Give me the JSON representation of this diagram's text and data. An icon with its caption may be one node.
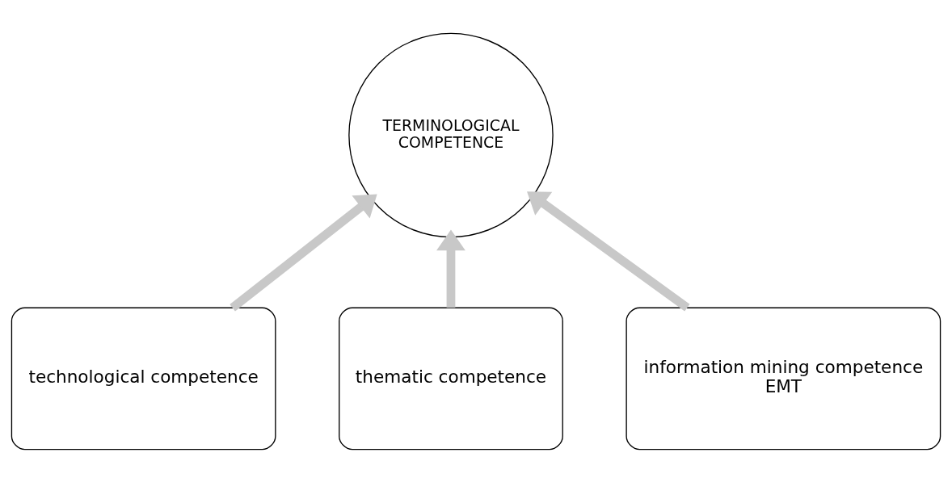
{
  "diagram": {
    "nodes": [
      {
        "text": [
          "TERMINOLOGICAL COMPETENCE"
        ]
      },
      {
        "text": [
          "technological competence"
        ]
      },
      {
        "text": [
          "thematic competence"
        ]
      },
      {
        "text": [
          "information mining competence",
          "EMT"
        ]
      }
    ],
    "edges": [
      {
        "from": 1,
        "to": 0,
        "arrow": "to"
      },
      {
        "from": 2,
        "to": 0,
        "arrow": "to"
      },
      {
        "from": 3,
        "to": 0,
        "arrow": "to"
      }
    ]
  }
}
